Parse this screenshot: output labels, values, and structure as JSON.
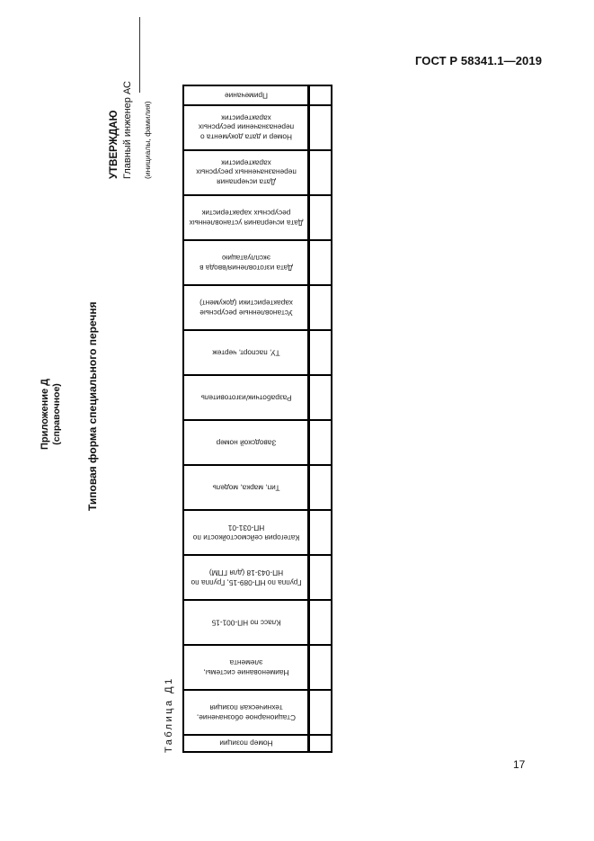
{
  "header": {
    "standard_code": "ГОСТ Р 58341.1—2019"
  },
  "appendix": {
    "title": "Приложение Д",
    "subtitle": "(справочное)"
  },
  "form_title": "Типовая форма специального перечня",
  "approval": {
    "label": "УТВЕРЖДАЮ",
    "position": "Главный инженер АС",
    "signature_hint": "(инициалы, фамилия)"
  },
  "table": {
    "label": "Таблица Д1",
    "columns": [
      {
        "header": "Номер позиции",
        "value": ""
      },
      {
        "header": "Стационарное обозначение, техническая позиция",
        "value": ""
      },
      {
        "header": "Наименование системы, элемента",
        "value": ""
      },
      {
        "header": "Класс по НП-001-15",
        "value": ""
      },
      {
        "header": "Группа по НП-089-15, Группа по НП-043-18 (для ГПМ)",
        "value": ""
      },
      {
        "header": "Категория сейсмостойкости по НП-031-01",
        "value": ""
      },
      {
        "header": "Тип, марка, модель",
        "value": ""
      },
      {
        "header": "Заводской номер",
        "value": ""
      },
      {
        "header": "Разработчик/изготовитель",
        "value": ""
      },
      {
        "header": "ТУ, паспорт, чертеж",
        "value": ""
      },
      {
        "header": "Установленные ресурсные характеристики (документ)",
        "value": ""
      },
      {
        "header": "Дата изготовления/ввода в эксплуатацию",
        "value": ""
      },
      {
        "header": "Дата исчерпания установленных ресурсных характеристик",
        "value": ""
      },
      {
        "header": "Дата исчерпания переназначенных ресурсных характеристик",
        "value": ""
      },
      {
        "header": "Номер и дата документа о переназначении ресурсных характеристик",
        "value": ""
      },
      {
        "header": "Примечание",
        "value": ""
      }
    ]
  },
  "footer": {
    "page_number": "17"
  }
}
